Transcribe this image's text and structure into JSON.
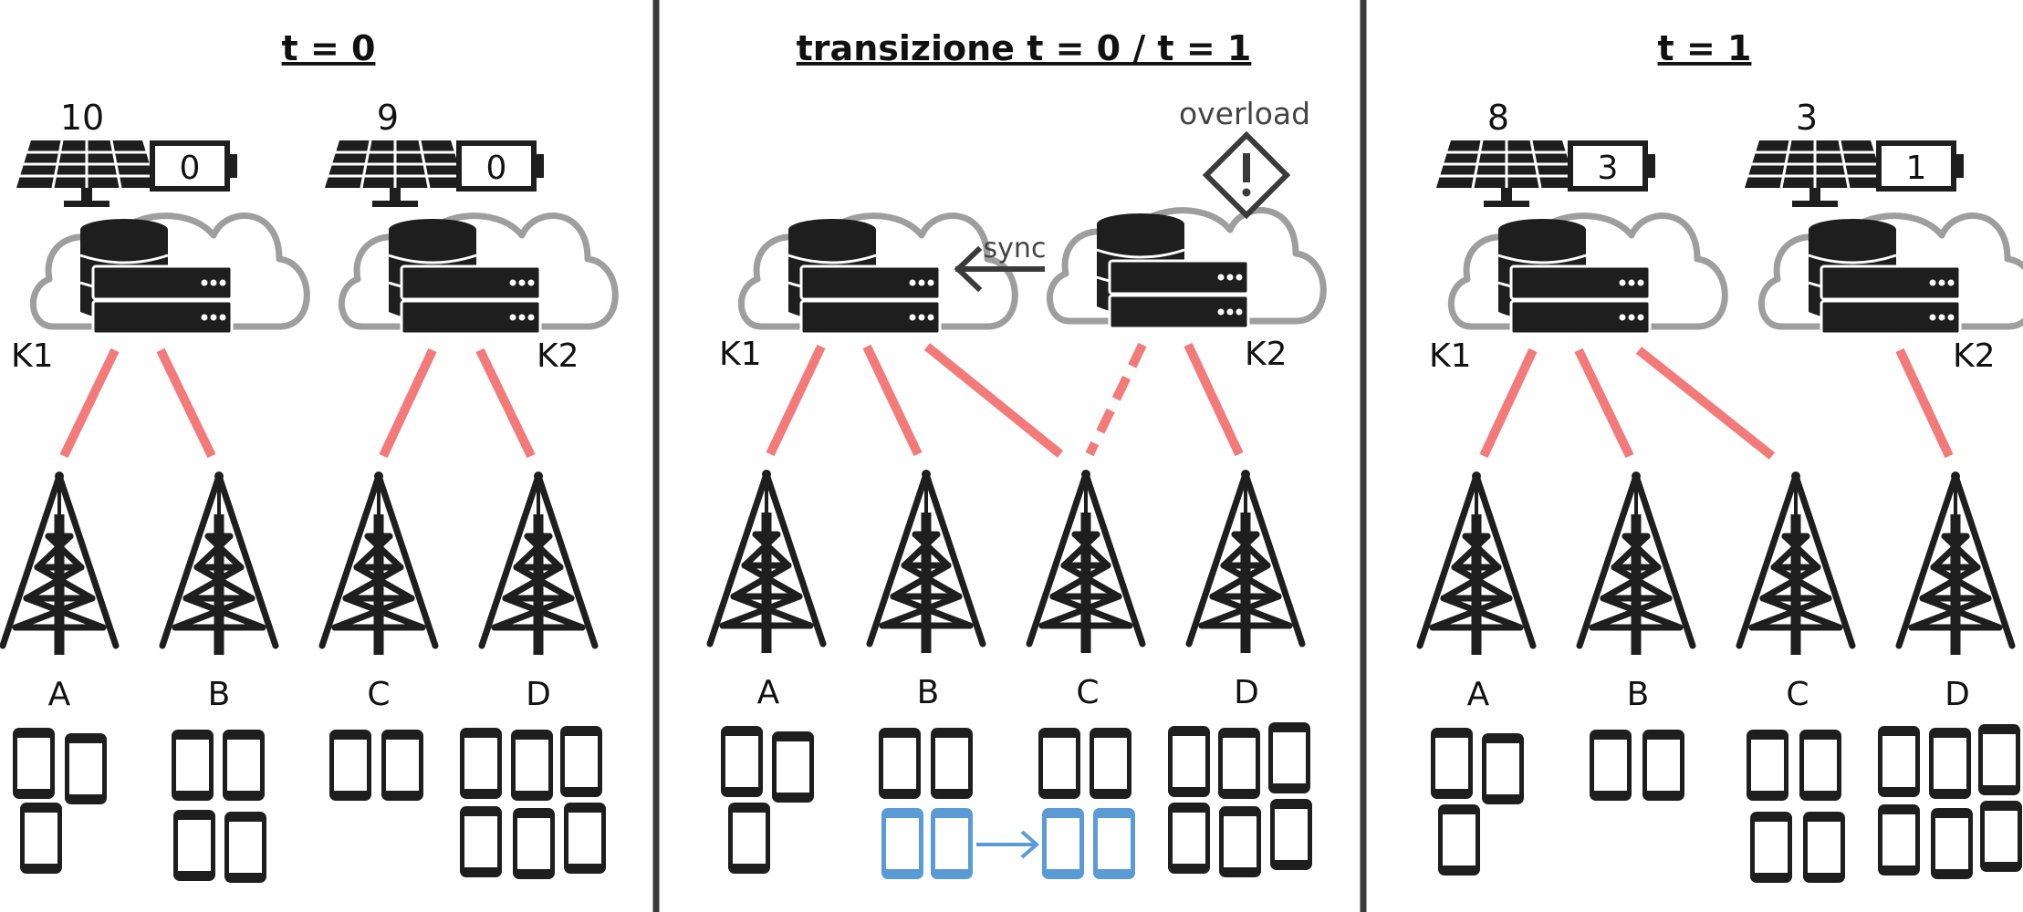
{
  "panels": [
    {
      "title": "t = 0",
      "clouds": [
        {
          "label": "K1",
          "solar": "10",
          "battery": "0"
        },
        {
          "label": "K2",
          "solar": "9",
          "battery": "0"
        }
      ],
      "towers": [
        {
          "label": "A",
          "phones": 3
        },
        {
          "label": "B",
          "phones": 4
        },
        {
          "label": "C",
          "phones": 2
        },
        {
          "label": "D",
          "phones": 6
        }
      ]
    },
    {
      "title": "transizione t = 0 / t = 1",
      "overload_label": "overload",
      "sync_label": "sync",
      "clouds": [
        {
          "label": "K1"
        },
        {
          "label": "K2"
        }
      ],
      "towers": [
        {
          "label": "A",
          "phones": 3
        },
        {
          "label": "B",
          "phones": 2,
          "moving_phones": 2
        },
        {
          "label": "C",
          "phones": 2,
          "incoming_phones": 2
        },
        {
          "label": "D",
          "phones": 6
        }
      ]
    },
    {
      "title": "t = 1",
      "clouds": [
        {
          "label": "K1",
          "solar": "8",
          "battery": "3"
        },
        {
          "label": "K2",
          "solar": "3",
          "battery": "1"
        }
      ],
      "towers": [
        {
          "label": "A",
          "phones": 3
        },
        {
          "label": "B",
          "phones": 2
        },
        {
          "label": "C",
          "phones": 4
        },
        {
          "label": "D",
          "phones": 6
        }
      ]
    }
  ],
  "colors": {
    "link": "#f47a7a",
    "moving_phone": "#5b9bd5",
    "cloud_outline": "#9e9e9e",
    "icon_dark": "#1e1e1e",
    "divider": "#3a3a3a"
  },
  "icons": [
    "solar-panel-icon",
    "battery-icon",
    "cloud-server-icon",
    "cell-tower-icon",
    "smartphone-icon",
    "warning-icon",
    "arrow-icon"
  ]
}
